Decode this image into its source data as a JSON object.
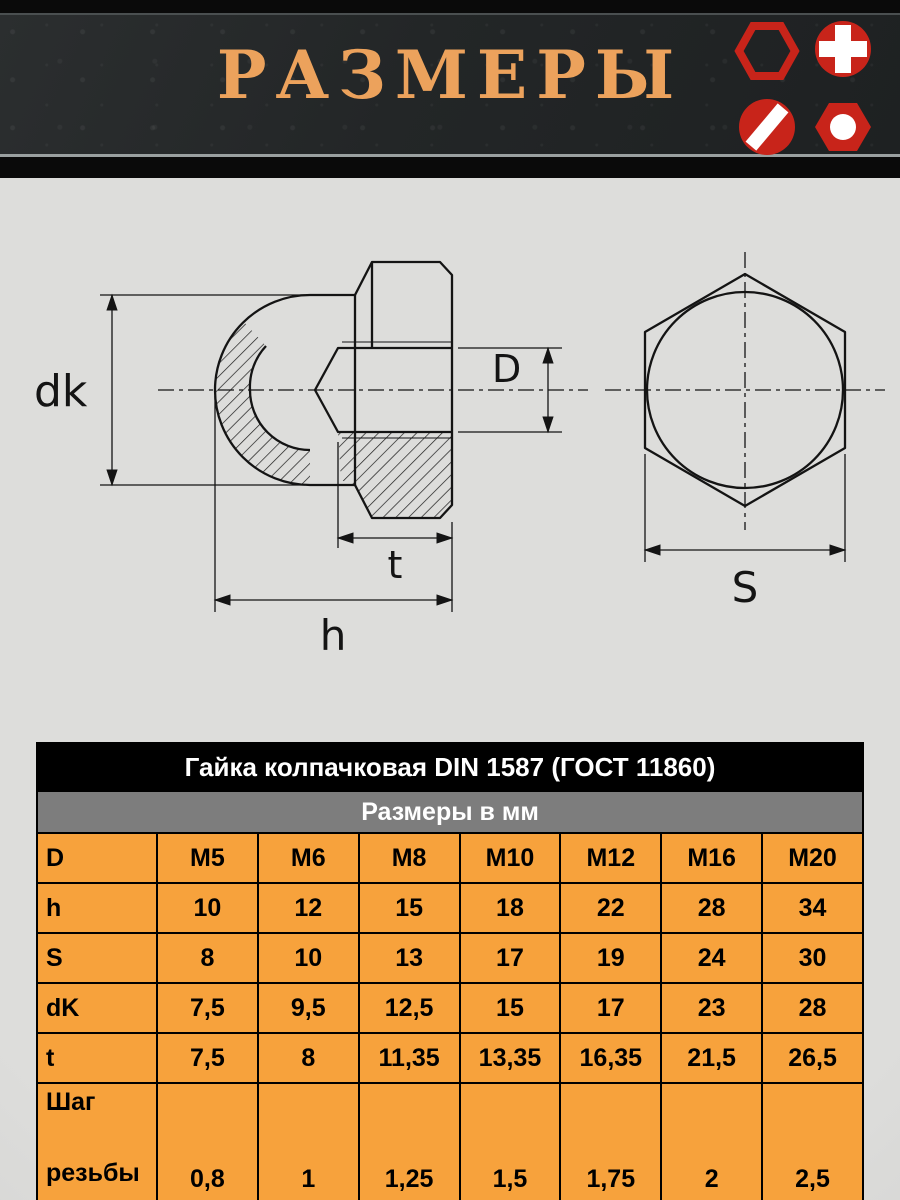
{
  "theme": {
    "banner-black": "#0a0a0a",
    "title-color": "#ECA25C",
    "logo-red": "#C8241A",
    "line-color": "#141414",
    "table-header-bg": "#000000",
    "table-subheader-bg": "#7D7D7D",
    "table-cell-bg": "#F7A23C",
    "table-border": "#000000"
  },
  "header": {
    "title": "РАЗМЕРЫ",
    "logo_icons": [
      "hex-head-icon",
      "phillips-screw-icon",
      "slotted-screw-icon",
      "hex-nut-icon"
    ]
  },
  "diagram": {
    "labels": {
      "dk": "dk",
      "D": "D",
      "t": "t",
      "h": "h",
      "S": "S"
    }
  },
  "table": {
    "title": "Гайка колпачковая DIN 1587 (ГОСТ 11860)",
    "subtitle": "Размеры в мм",
    "rows": [
      {
        "label": "D",
        "values": [
          "М5",
          "М6",
          "М8",
          "М10",
          "М12",
          "М16",
          "М20"
        ]
      },
      {
        "label": "h",
        "values": [
          "10",
          "12",
          "15",
          "18",
          "22",
          "28",
          "34"
        ]
      },
      {
        "label": "S",
        "values": [
          "8",
          "10",
          "13",
          "17",
          "19",
          "24",
          "30"
        ]
      },
      {
        "label": "dK",
        "values": [
          "7,5",
          "9,5",
          "12,5",
          "15",
          "17",
          "23",
          "28"
        ]
      },
      {
        "label": "t",
        "values": [
          "7,5",
          "8",
          "11,35",
          "13,35",
          "16,35",
          "21,5",
          "26,5"
        ]
      },
      {
        "label_lines": [
          "Шаг",
          "резьбы"
        ],
        "values": [
          "0,8",
          "1",
          "1,25",
          "1,5",
          "1,75",
          "2",
          "2,5"
        ]
      }
    ]
  }
}
